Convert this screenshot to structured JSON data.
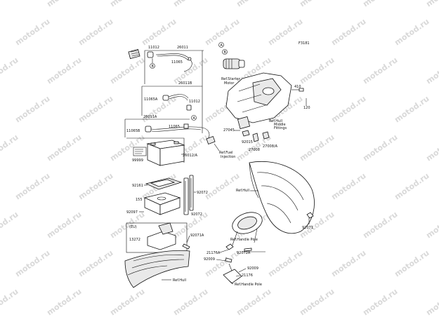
{
  "diagram_code": "F3181",
  "watermark": "motod.ru",
  "part_labels": {
    "p26011": "26011",
    "p11012_top": "11012",
    "p11065": "11065",
    "p26011B": "26011B",
    "p11065A": "11065A",
    "p11012_mid": "11012",
    "p26011A": "26011A",
    "p11065B": "11065B",
    "p26012A": "26012/A",
    "p99999": "99999",
    "p92161": "92161",
    "p92072_a": "92072",
    "p155": "155",
    "p92097": "92097",
    "p92072_b": "92072",
    "p92071A": "92071A",
    "p13272": "13272",
    "p410": "410",
    "p120": "120",
    "p27045": "27045",
    "p92015": "92015",
    "p27008": "27008",
    "p27008A": "27008/A",
    "p92071": "92071",
    "p21176A": "21176A",
    "p92009_a": "92009",
    "p92072A": "92072A",
    "p92009_b": "92009",
    "p21176": "21176"
  },
  "ref_labels": {
    "starter_motor_1": "Ref.Starter",
    "starter_motor_2": "Motor",
    "hull_fittings_1": "Ref.Hull",
    "hull_fittings_2": "Middle",
    "hull_fittings_3": "Fittings",
    "fuel_injection_1": "Ref.Fuel",
    "fuel_injection_2": "Injection",
    "hull_mid": "Ref.Hull",
    "handle_pole_1": "Ref.Handle Pole",
    "hull_bottom": "Ref.Hull",
    "handle_pole_2": "Ref.Handle Pole"
  },
  "callouts": {
    "A": "A",
    "B": "B"
  },
  "region_label": "(EU)"
}
